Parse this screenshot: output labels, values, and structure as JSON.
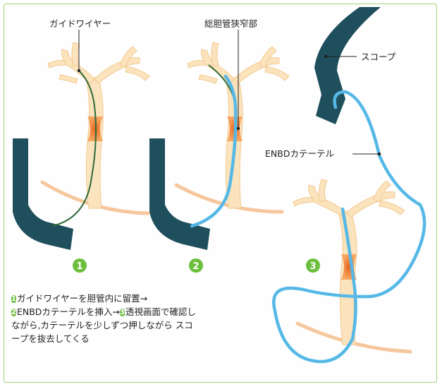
{
  "labels": {
    "guidewire": "ガイドワイヤー",
    "stricture": "総胆管狭窄部",
    "scope": "スコープ",
    "enbd_catheter": "ENBDカテーテル"
  },
  "steps": [
    "1",
    "2",
    "3"
  ],
  "caption": {
    "part1": "ガイドワイヤーを胆管内に留置→",
    "part2": "ENBDカテーテルを挿入→",
    "part3": "透視画面で確認しながら,カテーテルを少しずつ押しながら スコープを抜去してくる"
  },
  "colors": {
    "bile_duct": "#fbe3bd",
    "stricture": "#f08a3c",
    "scope": "#1f4f5d",
    "catheter": "#55b8e6",
    "guidewire": "#2e6b3a",
    "step_badge": "#6cbf3c",
    "frame": "#9fd17a"
  }
}
